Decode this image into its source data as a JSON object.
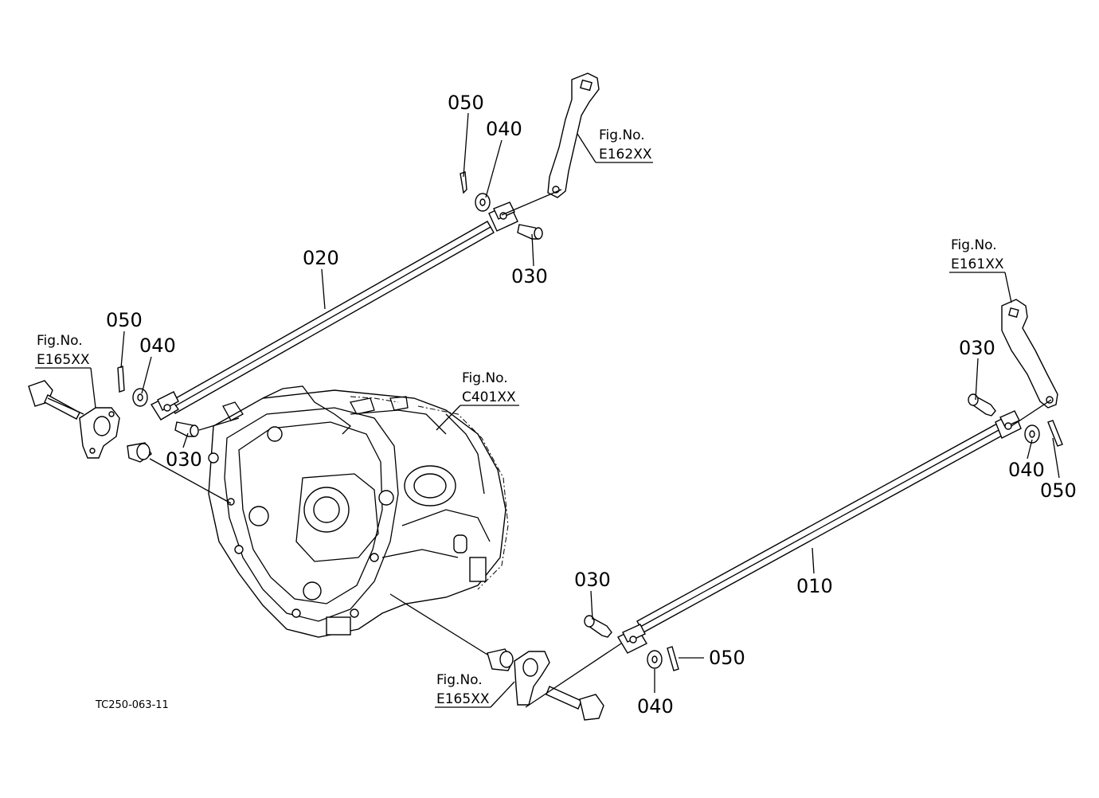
{
  "callouts": {
    "upper_050": "050",
    "upper_040": "040",
    "upper_030": "030",
    "rod_020": "020",
    "left_050": "050",
    "left_040": "040",
    "left_030": "030",
    "right_030": "030",
    "right_040": "040",
    "right_050": "050",
    "rod_010": "010",
    "lower_030": "030",
    "lower_050": "050",
    "lower_040": "040"
  },
  "references": {
    "e162": {
      "line1": "Fig.No.",
      "line2": "E162XX"
    },
    "e161": {
      "line1": "Fig.No.",
      "line2": "E161XX"
    },
    "e165_left": {
      "line1": "Fig.No.",
      "line2": "E165XX"
    },
    "c401": {
      "line1": "Fig.No.",
      "line2": "C401XX"
    },
    "e165_bottom": {
      "line1": "Fig.No.",
      "line2": "E165XX"
    }
  },
  "drawing_code": "TC250-063-11"
}
